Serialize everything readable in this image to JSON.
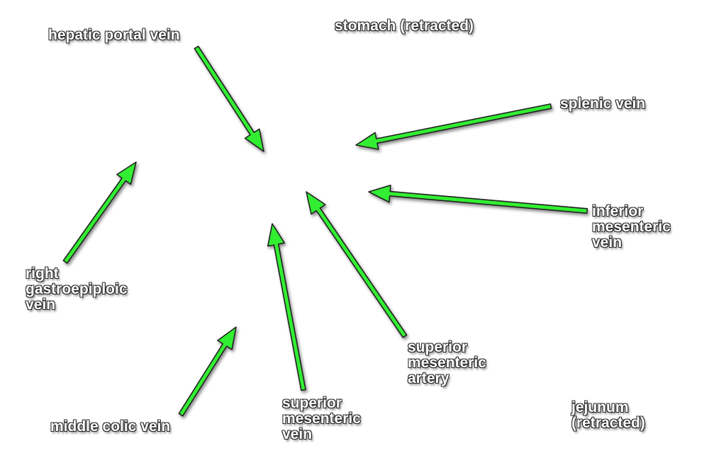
{
  "labels": {
    "hepatic_portal_vein": "hepatic portal vein",
    "stomach": "stomach (retracted)",
    "splenic_vein": "splenic vein",
    "inferior_mesenteric_vein": [
      "inferior",
      "mesenteric",
      "vein"
    ],
    "right_gastroepiploic_vein": [
      "right",
      "gastroepiploic",
      "vein"
    ],
    "superior_mesenteric_artery": [
      "superior",
      "mesenteric",
      "artery"
    ],
    "superior_mesenteric_vein": [
      "superior",
      "mesenteric",
      "vein"
    ],
    "middle_colic_vein": "middle colic vein",
    "jejunum": [
      "jejunum",
      "(retracted)"
    ]
  },
  "colors": {
    "arrow_fill": "#33ee33",
    "arrow_stroke": "#222222"
  }
}
